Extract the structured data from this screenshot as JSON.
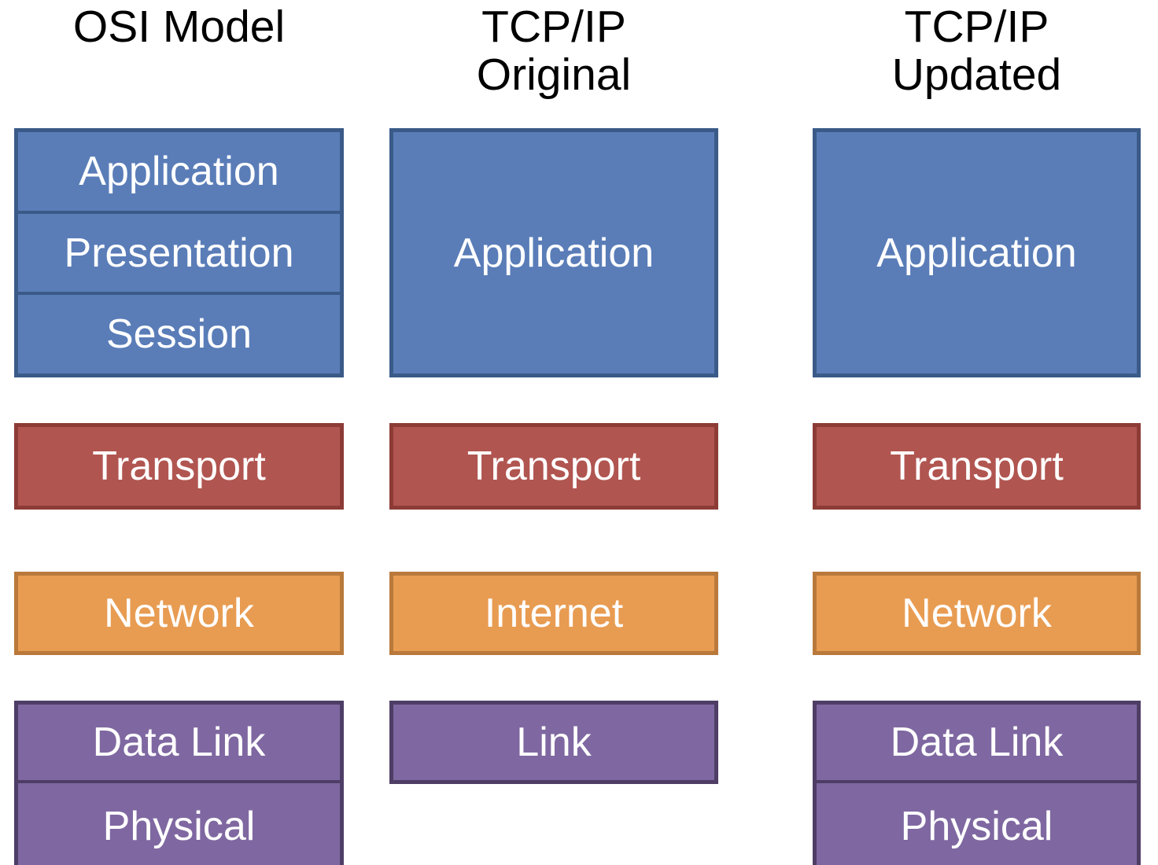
{
  "diagram": {
    "background": "#FFFFFF",
    "title_color": "#000000",
    "label_color": "#FFFFFF",
    "colors": {
      "blue": {
        "fill": "#5A7DB8",
        "border": "#3A5A88"
      },
      "red": {
        "fill": "#B15550",
        "border": "#8D3B36"
      },
      "orange": {
        "fill": "#E89C52",
        "border": "#B9793B"
      },
      "purple": {
        "fill": "#7F68A1",
        "border": "#4E3D65"
      }
    },
    "columns": [
      {
        "id": "osi-model",
        "title_lines": [
          "OSI Model"
        ],
        "groups": [
          {
            "color": "blue",
            "layers": [
              "Application",
              "Presentation",
              "Session"
            ]
          },
          {
            "color": "red",
            "layers": [
              "Transport"
            ]
          },
          {
            "color": "orange",
            "layers": [
              "Network"
            ]
          },
          {
            "color": "purple",
            "layers": [
              "Data Link",
              "Physical"
            ]
          }
        ]
      },
      {
        "id": "tcpip-original",
        "title_lines": [
          "TCP/IP",
          "Original"
        ],
        "groups": [
          {
            "color": "blue",
            "layers": [
              "Application"
            ]
          },
          {
            "color": "red",
            "layers": [
              "Transport"
            ]
          },
          {
            "color": "orange",
            "layers": [
              "Internet"
            ]
          },
          {
            "color": "purple",
            "layers": [
              "Link"
            ]
          }
        ]
      },
      {
        "id": "tcpip-updated",
        "title_lines": [
          "TCP/IP",
          "Updated"
        ],
        "groups": [
          {
            "color": "blue",
            "layers": [
              "Application"
            ]
          },
          {
            "color": "red",
            "layers": [
              "Transport"
            ]
          },
          {
            "color": "orange",
            "layers": [
              "Network"
            ]
          },
          {
            "color": "purple",
            "layers": [
              "Data Link",
              "Physical"
            ]
          }
        ]
      }
    ]
  }
}
